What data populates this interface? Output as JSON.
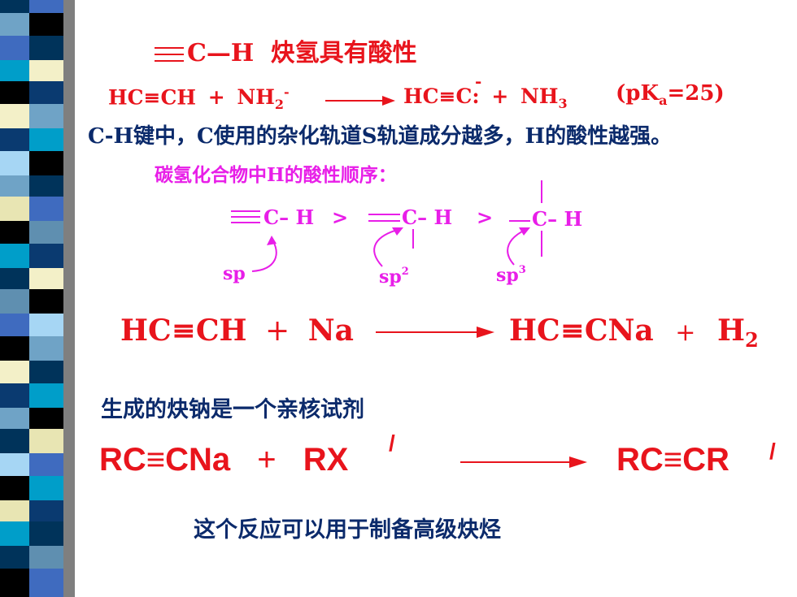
{
  "title": {
    "ch": "C—H",
    "text": "炔氢具有酸性"
  },
  "eq1": {
    "reactant": "HC≡CH",
    "plus": "+",
    "base": "NH",
    "base_sub": "2",
    "base_sup": "-",
    "product": "HC≡C",
    "charge": "-",
    "colon": ":",
    "plus2": "+",
    "nh3": "NH",
    "nh3_sub": "3",
    "pka": "(pK",
    "pka_sub": "a",
    "pka_val": "=25)"
  },
  "statement": "C-H键中，C使用的杂化轨道S轨道成分越多，H的酸性越强。",
  "order_title": "碳氢化合物中H的酸性顺序：",
  "order": {
    "ch1": "C– H",
    "gt1": ">",
    "ch2": "C– H",
    "gt2": ">",
    "ch3": "C– H",
    "sp": "sp",
    "sp2": "sp",
    "sp2_sup": "2",
    "sp3": "sp",
    "sp3_sup": "3"
  },
  "eq2": {
    "reactant": "HC≡CH",
    "plus": "+",
    "reagent": "Na",
    "product": "HC≡CNa",
    "plus2": "+",
    "h2": "H",
    "h2_sub": "2"
  },
  "alkynide_text": "生成的炔钠是一个亲核试剂",
  "eq3": {
    "reactant": "RC≡CNa",
    "plus": "+",
    "reagent": "RX",
    "reagent_prime": "/",
    "product": "RC≡CR",
    "product_prime": "/"
  },
  "conclusion": "这个反应可以用于制备高级炔烃"
}
